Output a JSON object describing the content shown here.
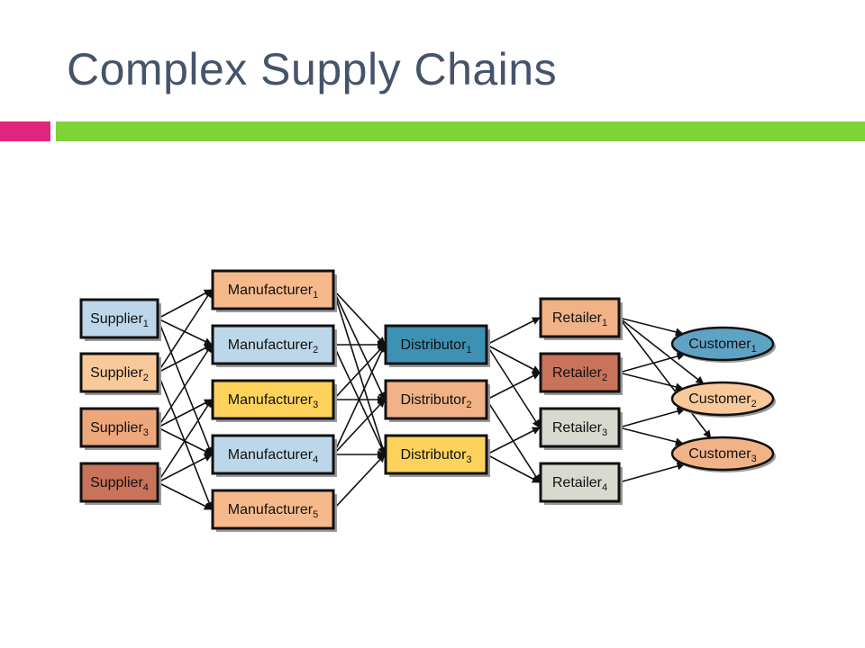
{
  "slide": {
    "title": "Complex Supply Chains",
    "accent_pink": "#e0257c",
    "accent_green": "#7ed337"
  },
  "diagram": {
    "nodes": [
      {
        "id": "s1",
        "base": "Supplier",
        "sub": "1",
        "color": "#bcd7ea"
      },
      {
        "id": "s2",
        "base": "Supplier",
        "sub": "2",
        "color": "#f9c99a"
      },
      {
        "id": "s3",
        "base": "Supplier",
        "sub": "3",
        "color": "#eda77b"
      },
      {
        "id": "s4",
        "base": "Supplier",
        "sub": "4",
        "color": "#c9735a"
      },
      {
        "id": "m1",
        "base": "Manufacturer",
        "sub": "1",
        "color": "#f6b98b"
      },
      {
        "id": "m2",
        "base": "Manufacturer",
        "sub": "2",
        "color": "#bcd7ea"
      },
      {
        "id": "m3",
        "base": "Manufacturer",
        "sub": "3",
        "color": "#fdd35c"
      },
      {
        "id": "m4",
        "base": "Manufacturer",
        "sub": "4",
        "color": "#bcd7ea"
      },
      {
        "id": "m5",
        "base": "Manufacturer",
        "sub": "5",
        "color": "#f6b98b"
      },
      {
        "id": "d1",
        "base": "Distributor",
        "sub": "1",
        "color": "#3d91b3"
      },
      {
        "id": "d2",
        "base": "Distributor",
        "sub": "2",
        "color": "#f1b287"
      },
      {
        "id": "d3",
        "base": "Distributor",
        "sub": "3",
        "color": "#fdd35c"
      },
      {
        "id": "r1",
        "base": "Retailer",
        "sub": "1",
        "color": "#f1b287"
      },
      {
        "id": "r2",
        "base": "Retailer",
        "sub": "2",
        "color": "#c9735a"
      },
      {
        "id": "r3",
        "base": "Retailer",
        "sub": "3",
        "color": "#d9d9cf"
      },
      {
        "id": "r4",
        "base": "Retailer",
        "sub": "4",
        "color": "#d9d9cf"
      },
      {
        "id": "c1",
        "base": "Customer",
        "sub": "1",
        "color": "#5fa3c4",
        "shape": "ellipse"
      },
      {
        "id": "c2",
        "base": "Customer",
        "sub": "2",
        "color": "#f9c99a",
        "shape": "ellipse"
      },
      {
        "id": "c3",
        "base": "Customer",
        "sub": "3",
        "color": "#f1b287",
        "shape": "ellipse"
      }
    ],
    "edges": [
      [
        "s1",
        "m1"
      ],
      [
        "s1",
        "m2"
      ],
      [
        "s1",
        "m4"
      ],
      [
        "s2",
        "m1"
      ],
      [
        "s2",
        "m2"
      ],
      [
        "s2",
        "m5"
      ],
      [
        "s3",
        "m2"
      ],
      [
        "s3",
        "m3"
      ],
      [
        "s3",
        "m4"
      ],
      [
        "s4",
        "m3"
      ],
      [
        "s4",
        "m4"
      ],
      [
        "s4",
        "m5"
      ],
      [
        "m1",
        "d1"
      ],
      [
        "m1",
        "d2"
      ],
      [
        "m1",
        "d3"
      ],
      [
        "m2",
        "d1"
      ],
      [
        "m2",
        "d3"
      ],
      [
        "m3",
        "d1"
      ],
      [
        "m3",
        "d2"
      ],
      [
        "m4",
        "d1"
      ],
      [
        "m4",
        "d2"
      ],
      [
        "m4",
        "d3"
      ],
      [
        "m5",
        "d3"
      ],
      [
        "d1",
        "r1"
      ],
      [
        "d1",
        "r2"
      ],
      [
        "d1",
        "r3"
      ],
      [
        "d2",
        "r2"
      ],
      [
        "d2",
        "r4"
      ],
      [
        "d3",
        "r3"
      ],
      [
        "d3",
        "r4"
      ],
      [
        "r1",
        "c1"
      ],
      [
        "r1",
        "c2"
      ],
      [
        "r1",
        "c3"
      ],
      [
        "r2",
        "c1"
      ],
      [
        "r2",
        "c2"
      ],
      [
        "r3",
        "c2"
      ],
      [
        "r3",
        "c3"
      ],
      [
        "r4",
        "c3"
      ]
    ]
  }
}
